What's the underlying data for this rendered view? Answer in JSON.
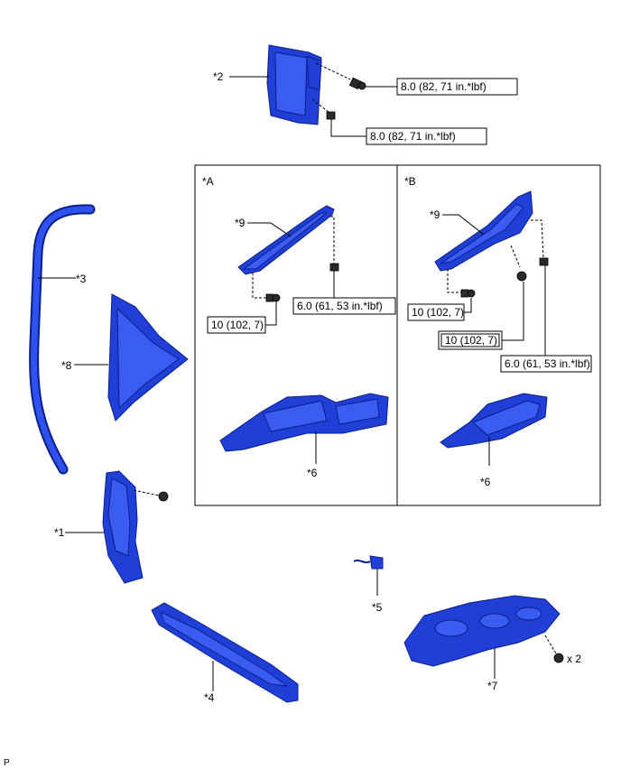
{
  "callouts": {
    "c1": "*1",
    "c2": "*2",
    "c3": "*3",
    "c4": "*4",
    "c5": "*5",
    "c6a": "*6",
    "c6b": "*6",
    "c7": "*7",
    "c8": "*8",
    "c9a": "*9",
    "c9b": "*9",
    "panelA": "*A",
    "panelB": "*B",
    "x2": "x 2",
    "corner": "P"
  },
  "torque": {
    "t1": "8.0 (82, 71 in.*lbf)",
    "t2": "8.0 (82, 71 in.*lbf)",
    "a1": "10 (102, 7)",
    "a2": "6.0 (61, 53 in.*lbf)",
    "b1": "10 (102, 7)",
    "b2": "10 (102, 7)",
    "b3": "6.0 (61, 53 in.*lbf)"
  },
  "colors": {
    "part": "#1f3fd6",
    "part_edge": "#0b1f8a",
    "fastener": "#2a2a2a"
  }
}
